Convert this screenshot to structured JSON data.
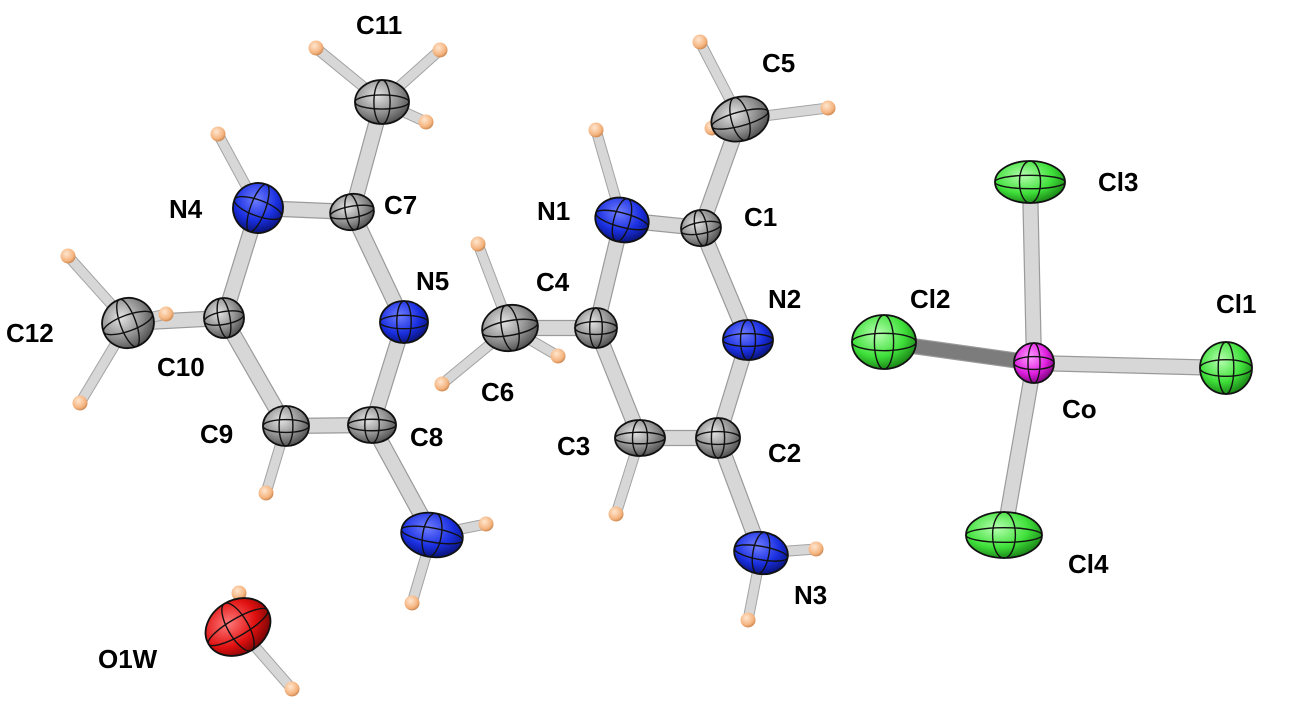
{
  "colors": {
    "carbon": "#8e8e8e",
    "nitrogen": "#1a2fe0",
    "oxygen": "#e01010",
    "chlorine": "#3fe03a",
    "cobalt": "#e020e0",
    "hydrogen": "#f4b27c",
    "bond": "#d7d7d7",
    "bond_dark": "#7c7c7c"
  },
  "atoms": [
    {
      "id": "C11",
      "label": "C11",
      "element": "C"
    },
    {
      "id": "C7",
      "label": "C7",
      "element": "C"
    },
    {
      "id": "N4",
      "label": "N4",
      "element": "N"
    },
    {
      "id": "N5",
      "label": "N5",
      "element": "N"
    },
    {
      "id": "C10",
      "label": "C10",
      "element": "C"
    },
    {
      "id": "C12",
      "label": "C12",
      "element": "C"
    },
    {
      "id": "C9",
      "label": "C9",
      "element": "C"
    },
    {
      "id": "C8",
      "label": "C8",
      "element": "C"
    },
    {
      "id": "N6",
      "label": "",
      "element": "N"
    },
    {
      "id": "O1W",
      "label": "O1W",
      "element": "O"
    },
    {
      "id": "C5",
      "label": "C5",
      "element": "C"
    },
    {
      "id": "C1",
      "label": "C1",
      "element": "C"
    },
    {
      "id": "N1",
      "label": "N1",
      "element": "N"
    },
    {
      "id": "N2",
      "label": "N2",
      "element": "N"
    },
    {
      "id": "C4",
      "label": "C4",
      "element": "C"
    },
    {
      "id": "C6",
      "label": "C6",
      "element": "C"
    },
    {
      "id": "C3",
      "label": "C3",
      "element": "C"
    },
    {
      "id": "C2",
      "label": "C2",
      "element": "C"
    },
    {
      "id": "N3",
      "label": "N3",
      "element": "N"
    },
    {
      "id": "Co",
      "label": "Co",
      "element": "Co"
    },
    {
      "id": "Cl1",
      "label": "Cl1",
      "element": "Cl"
    },
    {
      "id": "Cl2",
      "label": "Cl2",
      "element": "Cl"
    },
    {
      "id": "Cl3",
      "label": "Cl3",
      "element": "Cl"
    },
    {
      "id": "Cl4",
      "label": "Cl4",
      "element": "Cl"
    }
  ],
  "bonds": [
    [
      "C11",
      "C7"
    ],
    [
      "C7",
      "N4"
    ],
    [
      "C7",
      "N5"
    ],
    [
      "N4",
      "C10"
    ],
    [
      "C10",
      "C12"
    ],
    [
      "C10",
      "C9"
    ],
    [
      "C9",
      "C8"
    ],
    [
      "C8",
      "N5"
    ],
    [
      "C8",
      "N6"
    ],
    [
      "C5",
      "C1"
    ],
    [
      "C1",
      "N1"
    ],
    [
      "C1",
      "N2"
    ],
    [
      "N1",
      "C4"
    ],
    [
      "C4",
      "C6"
    ],
    [
      "C4",
      "C3"
    ],
    [
      "C3",
      "C2"
    ],
    [
      "C2",
      "N2"
    ],
    [
      "C2",
      "N3"
    ],
    [
      "Co",
      "Cl1"
    ],
    [
      "Co",
      "Cl2"
    ],
    [
      "Co",
      "Cl3"
    ],
    [
      "Co",
      "Cl4"
    ]
  ],
  "hydrogens": [
    {
      "parent": "C11",
      "count": 3
    },
    {
      "parent": "N4",
      "count": 1
    },
    {
      "parent": "C12",
      "count": 3
    },
    {
      "parent": "C9",
      "count": 1
    },
    {
      "parent": "N6",
      "count": 2
    },
    {
      "parent": "O1W",
      "count": 2
    },
    {
      "parent": "C5",
      "count": 3
    },
    {
      "parent": "N1",
      "count": 1
    },
    {
      "parent": "C6",
      "count": 3
    },
    {
      "parent": "C3",
      "count": 1
    },
    {
      "parent": "N3",
      "count": 2
    }
  ]
}
